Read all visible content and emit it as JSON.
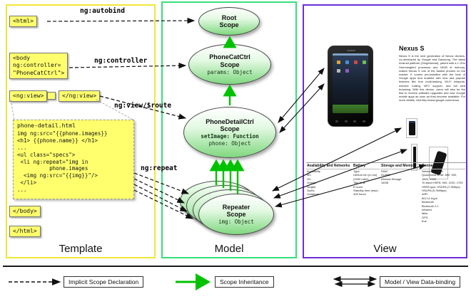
{
  "panels": {
    "template_title": "Template",
    "model_title": "Model",
    "view_title": "View"
  },
  "template": {
    "html_open": "<html>",
    "autobind_label": "ng:autobind",
    "body_open": "<body\nng:controller=\n\"PhoneCatCtrl\">",
    "controller_label": "ng:controller",
    "ngview_open": "<ng:view>",
    "ngview_close": "</ng:view>",
    "view_route_label": "ng:view/$route",
    "code_filename": "phone-detail.html",
    "code": "img ng:src=\"{{phone.images}}\n<h1> {{phone.name}} </h1>\n...\n<ul class=\"specs\">\n <li ng:repeat=\"img in\n          phone.images\n  <img ng:src=\"{{img}}\"/>\n </li>\n...",
    "repeat_label": "ng:repeat",
    "body_close": "</body>",
    "html_close": "</html>"
  },
  "model": {
    "root_scope_title": "Root\nScope",
    "phonecat_title": "PhoneCatCtrl\nScope",
    "phonecat_prop": "params: Object",
    "phonedetail_title": "PhoneDetailCtrl\nScope",
    "phonedetail_prop_bold": "setImage: Function",
    "phonedetail_prop": "phone: Object",
    "repeater_title": "Repeater\nScope",
    "repeater_prop": "img: Object"
  },
  "view": {
    "phone_name": "Nexus S",
    "description": "Nexus S is the next generation of Nexus devices, co-developed by Google and Samsung. The latest Android platform (Gingerbread), paired with a 1 GHz Hummingbird processor and 16GB of memory, makes Nexus S one of the fastest phones on the market. It comes pre-installed with the best of Google apps and enabled with new and popular features like true multi-tasking, Wi-Fi hotspots, Internet Calling, NFC support, and full web browsing. With this device, users will also be the first to receive software upgrades and new Google mobile apps as soon as they become available. For more details, visit http://www.google.com/nexus.",
    "specs": [
      {
        "header": "Availability and Networks",
        "lines": [
          "Availability",
          "M1,",
          "O2,",
          "Orange,",
          "Singtel,",
          "Sprint,",
          "Vodafone"
        ]
      },
      {
        "header": "Battery",
        "lines": [
          "Type",
          "Lithium Ion (Li-Ion) (1500 mAH)",
          "Talk Time",
          "6 hours",
          "Standby time (max)",
          "428 hours"
        ]
      },
      {
        "header": "Storage and Memory",
        "lines": [
          "RAM",
          "512MB",
          "Internal Storage",
          "16GB"
        ]
      },
      {
        "header": "Connectivity",
        "lines": [
          "Network Support",
          "Quad-band GSM: 850, 900, 1800, 1900",
          "Tri-band HSPA: 900, 2100, 1700",
          "HSPA type: HSDPA (7.2Mbps) HSUPA (5.76Mbps)",
          "WiFi",
          "802.11 b/g/n",
          "Bluetooth",
          "Bluetooth 2.1",
          "Infrared",
          "false",
          "GPS",
          "true"
        ]
      }
    ]
  },
  "legend": {
    "implicit_label": "Implicit Scope Declaration",
    "inheritance_label": "Scope Inheritance",
    "databinding_label": "Model / View Data-binding"
  },
  "colors": {
    "template_border": "#f0e838",
    "model_border": "#35e07c",
    "view_border": "#6a2fd6",
    "scope_fill": "#7fd87f",
    "inheritance_arrow": "#00c200",
    "code_box_bg": "#ffff6e"
  }
}
